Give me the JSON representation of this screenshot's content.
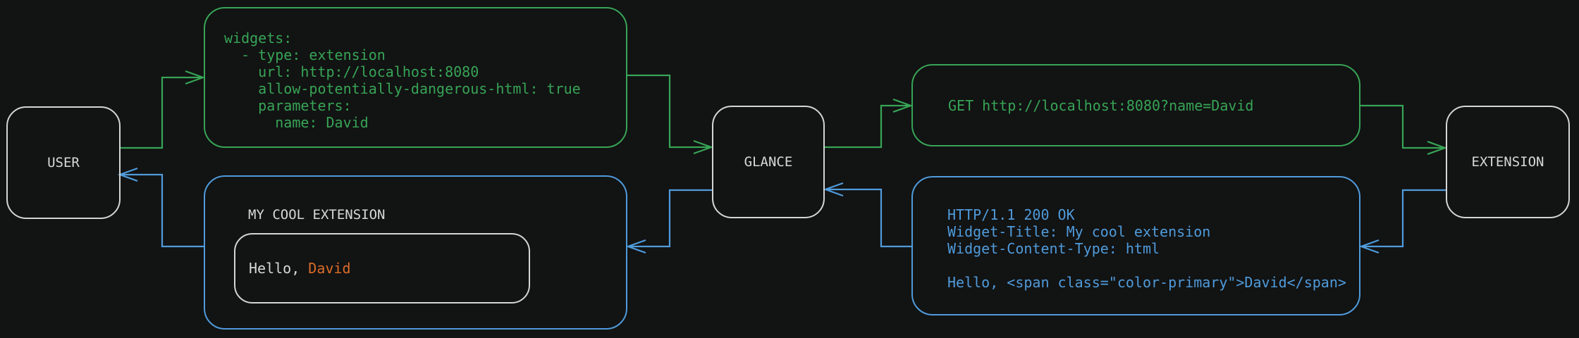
{
  "diagram": {
    "colors": {
      "bg": "#121313",
      "green": "#37a456",
      "blue": "#4f9bdb",
      "orange": "#db6d28",
      "text-light": "#d8d8d8",
      "node-border": "#d4d5d6"
    },
    "nodes": {
      "user": "USER",
      "glance": "GLANCE",
      "extension": "EXTENSION"
    },
    "config": {
      "yaml": "widgets:\n  - type: extension\n    url: http://localhost:8080\n    allow-potentially-dangerous-html: true\n    parameters:\n      name: David"
    },
    "request": {
      "text": "GET http://localhost:8080?name=David"
    },
    "response": {
      "text": "HTTP/1.1 200 OK\nWidget-Title: My cool extension\nWidget-Content-Type: html\n\nHello, <span class=\"color-primary\">David</span>"
    },
    "widget": {
      "title": "MY COOL EXTENSION",
      "greeting_prefix": "Hello, ",
      "greeting_name": "David"
    }
  }
}
